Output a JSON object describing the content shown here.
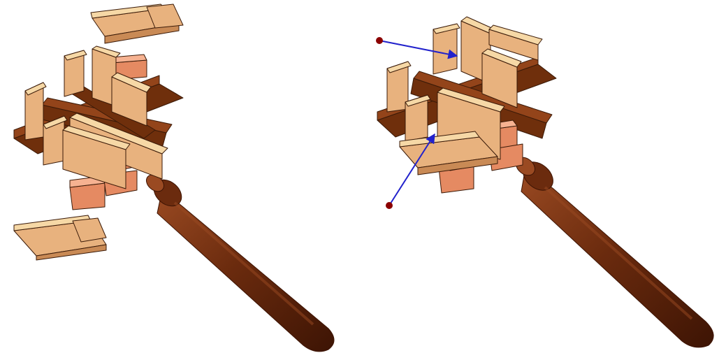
{
  "figure": {
    "panels": [
      {
        "name": "exploded-puzzle-view",
        "state": "exploded"
      },
      {
        "name": "assembled-puzzle-view",
        "state": "assembled",
        "arrows": 2
      }
    ]
  },
  "colors": {
    "background": "#ffffff",
    "light_wood": "#e8b27e",
    "light_wood_top": "#f6d8a6",
    "light_wood_side": "#c98a55",
    "dark_wood": "#6f2f0c",
    "dark_wood_top": "#93441a",
    "dark_wood_side": "#4e1f07",
    "orange_block": "#e58a62",
    "orange_block_top": "#f6b291",
    "orange_block_side": "#bf6642",
    "handle": "#6b2b0e",
    "handle_highlight": "#9a4a22",
    "handle_shadow": "#3d1404",
    "arrow": "#2222cc",
    "marker_dot": "#8b0000",
    "outline": "#3a1a08"
  },
  "icons": [
    "mallet-handle-icon",
    "arrow-icon",
    "marker-dot-icon"
  ]
}
